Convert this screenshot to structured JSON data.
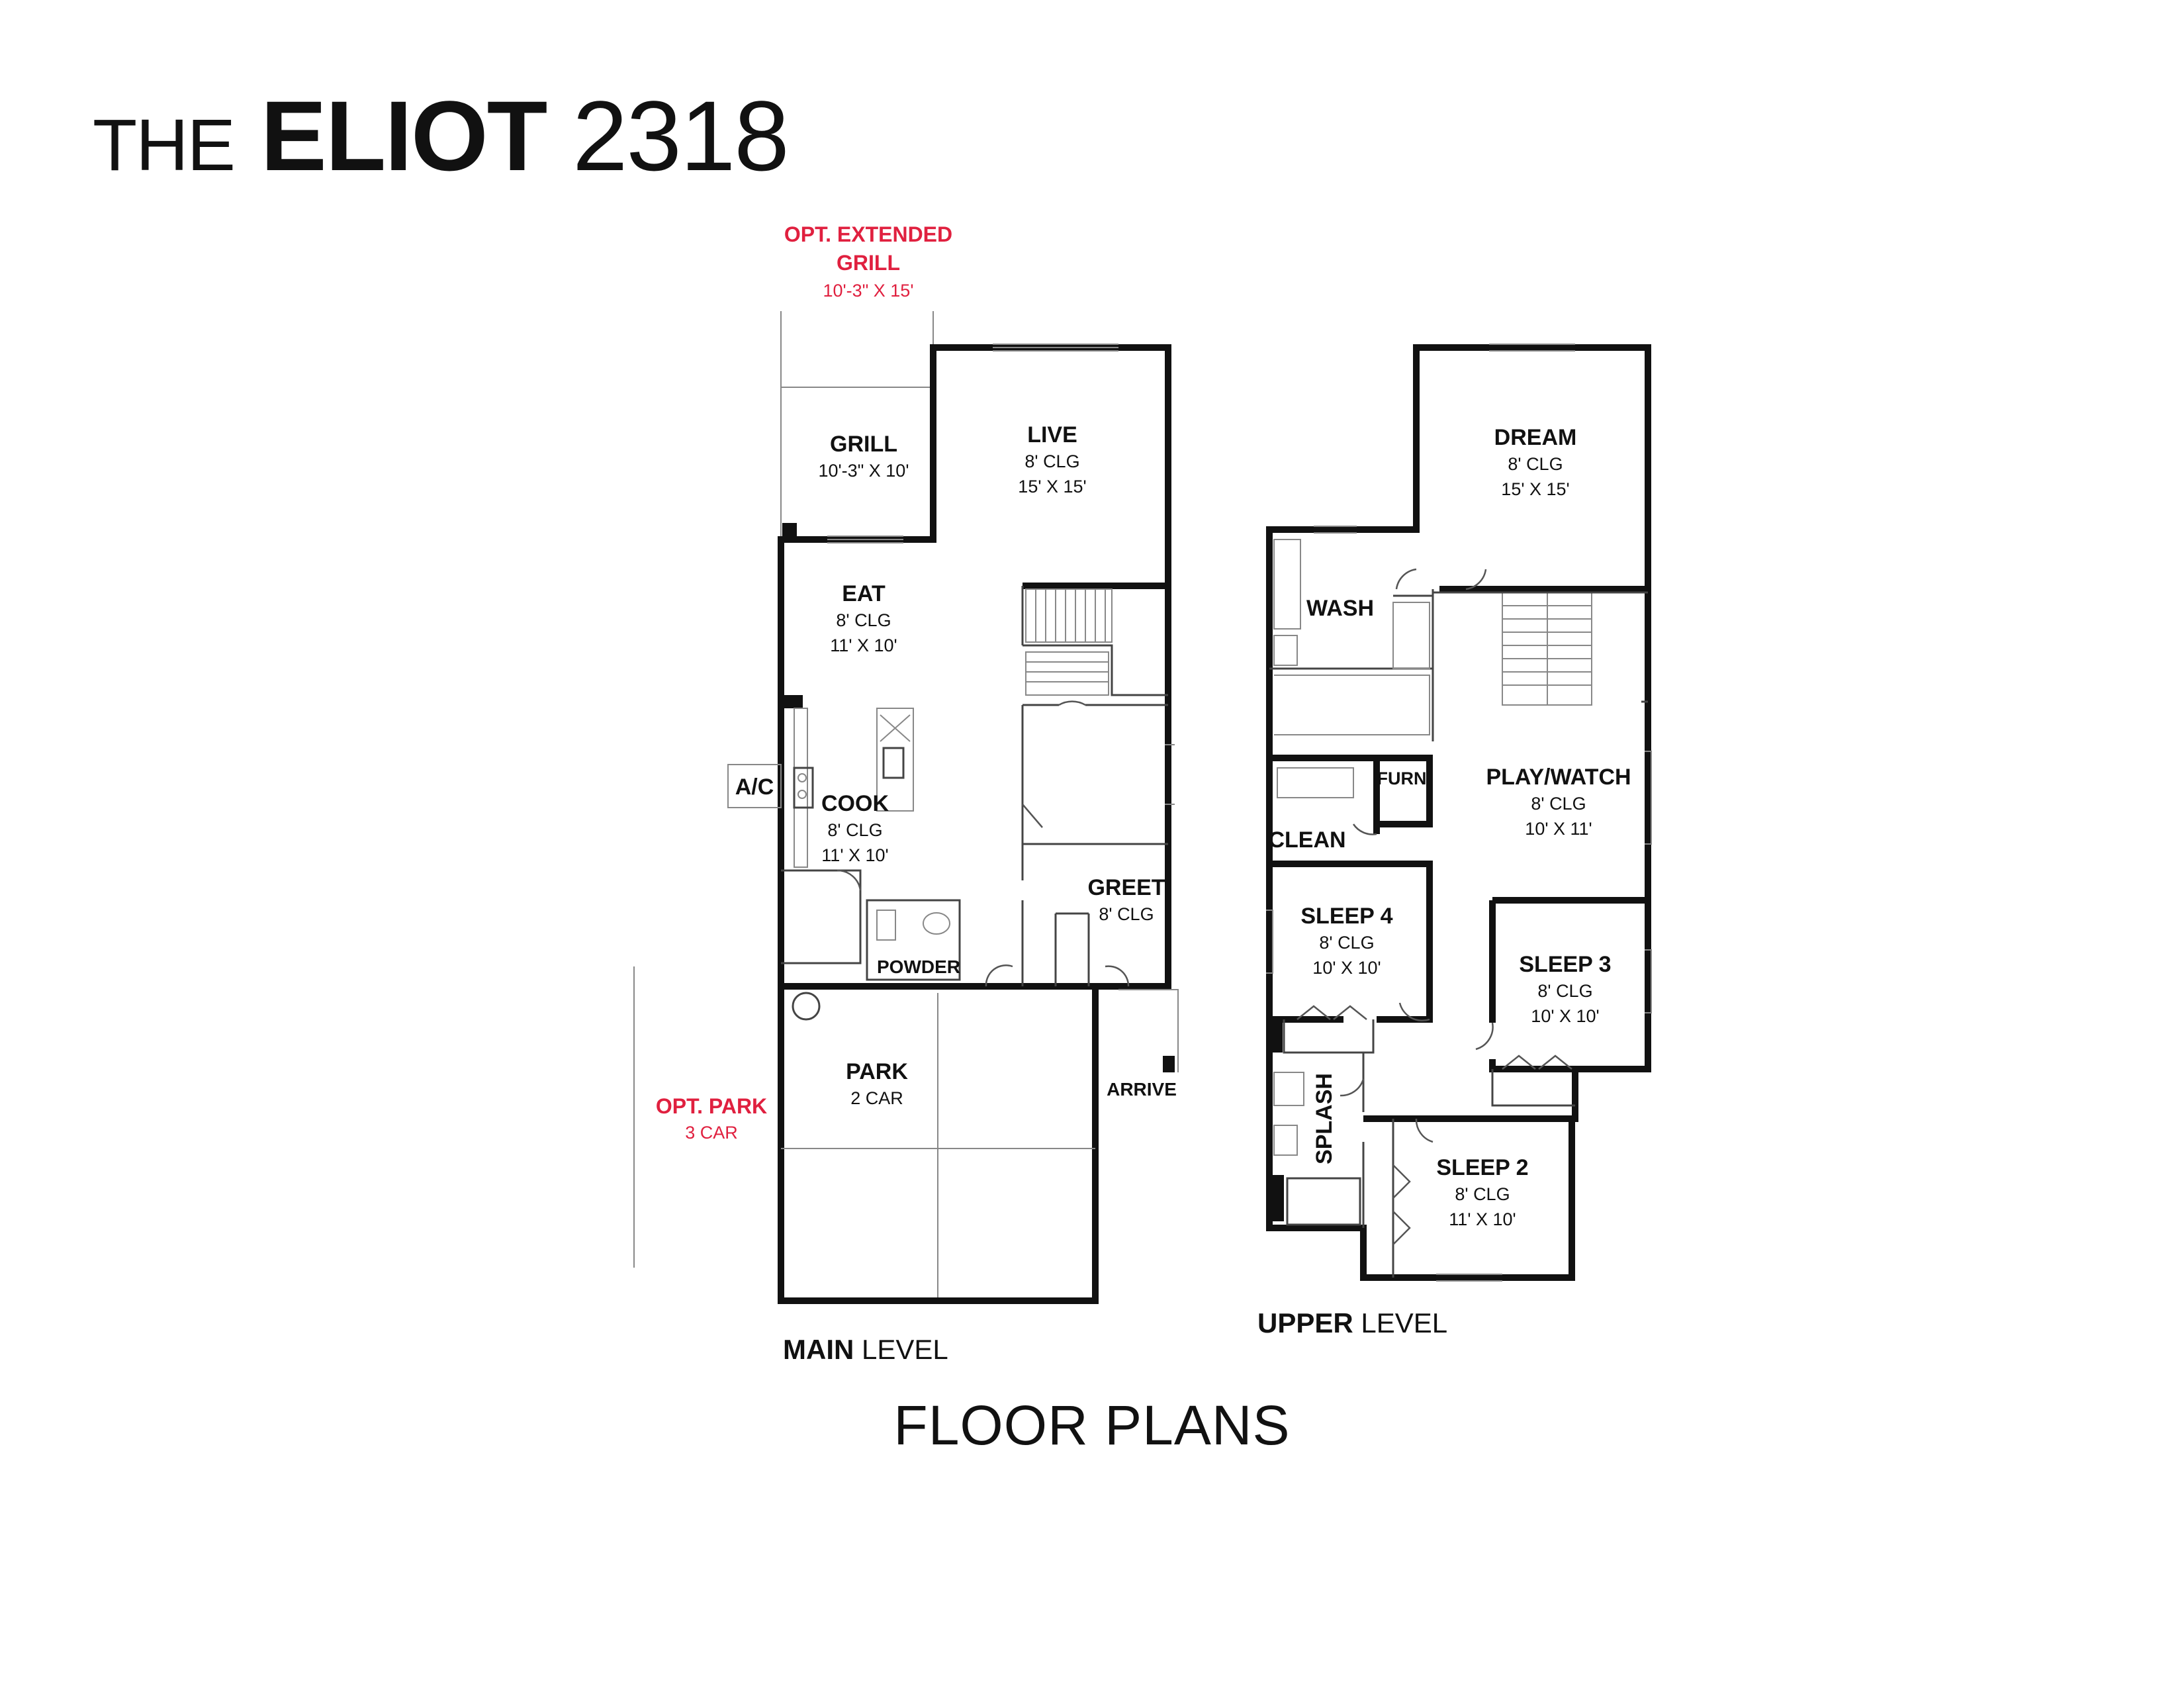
{
  "header": {
    "pre": "THE",
    "name": "ELIOT",
    "number": "2318"
  },
  "main_level": {
    "label_bold": "MAIN",
    "label_rest": " LEVEL",
    "option_grill": {
      "line1": "OPT. EXTENDED",
      "line2": "GRILL",
      "size": "10'-3\" X 15'"
    },
    "option_park": {
      "name": "OPT. PARK",
      "size": "3 CAR"
    },
    "rooms": {
      "grill": {
        "name": "GRILL",
        "size": "10'-3\" X 10'"
      },
      "live": {
        "name": "LIVE",
        "clg": "8' CLG",
        "size": "15' X 15'"
      },
      "eat": {
        "name": "EAT",
        "clg": "8' CLG",
        "size": "11' X 10'"
      },
      "cook": {
        "name": "COOK",
        "clg": "8' CLG",
        "size": "11' X 10'"
      },
      "ac": {
        "name": "A/C"
      },
      "greet": {
        "name": "GREET",
        "clg": "8' CLG"
      },
      "powder": {
        "name": "POWDER"
      },
      "park": {
        "name": "PARK",
        "size": "2 CAR"
      },
      "arrive": {
        "name": "ARRIVE"
      }
    }
  },
  "upper_level": {
    "label_bold": "UPPER",
    "label_rest": " LEVEL",
    "rooms": {
      "dream": {
        "name": "DREAM",
        "clg": "8' CLG",
        "size": "15' X 15'"
      },
      "wash": {
        "name": "WASH"
      },
      "furn": {
        "name": "FURN"
      },
      "clean": {
        "name": "CLEAN"
      },
      "play": {
        "name": "PLAY/WATCH",
        "clg": "8' CLG",
        "size": "10' X 11'"
      },
      "sleep4": {
        "name": "SLEEP 4",
        "clg": "8' CLG",
        "size": "10' X 10'"
      },
      "sleep3": {
        "name": "SLEEP 3",
        "clg": "8' CLG",
        "size": "10' X 10'"
      },
      "splash": {
        "name": "SPLASH"
      },
      "sleep2": {
        "name": "SLEEP 2",
        "clg": "8' CLG",
        "size": "11' X 10'"
      }
    }
  },
  "footer": {
    "title": "FLOOR PLANS"
  },
  "colors": {
    "ink": "#111111",
    "option": "#e0203f"
  }
}
